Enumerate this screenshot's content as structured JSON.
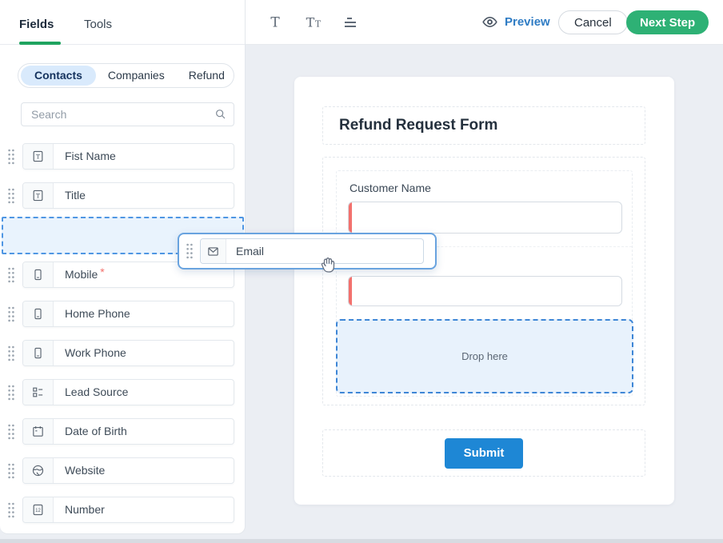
{
  "header": {
    "tabs": [
      {
        "label": "Fields",
        "active": true
      },
      {
        "label": "Tools",
        "active": false
      }
    ],
    "preview_label": "Preview",
    "cancel_label": "Cancel",
    "next_step_label": "Next Step"
  },
  "sidebar": {
    "segments": [
      {
        "label": "Contacts",
        "active": true
      },
      {
        "label": "Companies",
        "active": false
      },
      {
        "label": "Refund",
        "active": false
      }
    ],
    "search_placeholder": "Search",
    "fields": [
      {
        "label": "Fist Name",
        "icon": "text-field-icon",
        "required": false
      },
      {
        "label": "Title",
        "icon": "text-field-icon",
        "required": false
      },
      {
        "label": "Mobile",
        "icon": "mobile-icon",
        "required": true
      },
      {
        "label": "Home Phone",
        "icon": "mobile-icon",
        "required": false
      },
      {
        "label": "Work Phone",
        "icon": "mobile-icon",
        "required": false
      },
      {
        "label": "Lead Source",
        "icon": "list-icon",
        "required": false
      },
      {
        "label": "Date of Birth",
        "icon": "calendar-icon",
        "required": false
      },
      {
        "label": "Website",
        "icon": "globe-icon",
        "required": false
      },
      {
        "label": "Number",
        "icon": "number-icon",
        "required": false
      }
    ]
  },
  "drag": {
    "label": "Email",
    "icon": "envelope-icon"
  },
  "canvas": {
    "form_title": "Refund Request Form",
    "field1_label": "Customer Name",
    "dropzone_label": "Drop here",
    "submit_label": "Submit"
  },
  "colors": {
    "accent_green": "#2eb175",
    "underline_green": "#1fa35f",
    "primary_blue": "#1e87d5",
    "link_blue": "#2f7cc4",
    "required_red": "#f3716d",
    "drop_border_blue": "#3e86d6",
    "drop_bg": "#e8f2fc",
    "segment_active_bg": "#d9eafc",
    "placeholder_border": "#4f96e3",
    "placeholder_bg": "#e9f3fd",
    "drag_border": "#69a3df"
  }
}
